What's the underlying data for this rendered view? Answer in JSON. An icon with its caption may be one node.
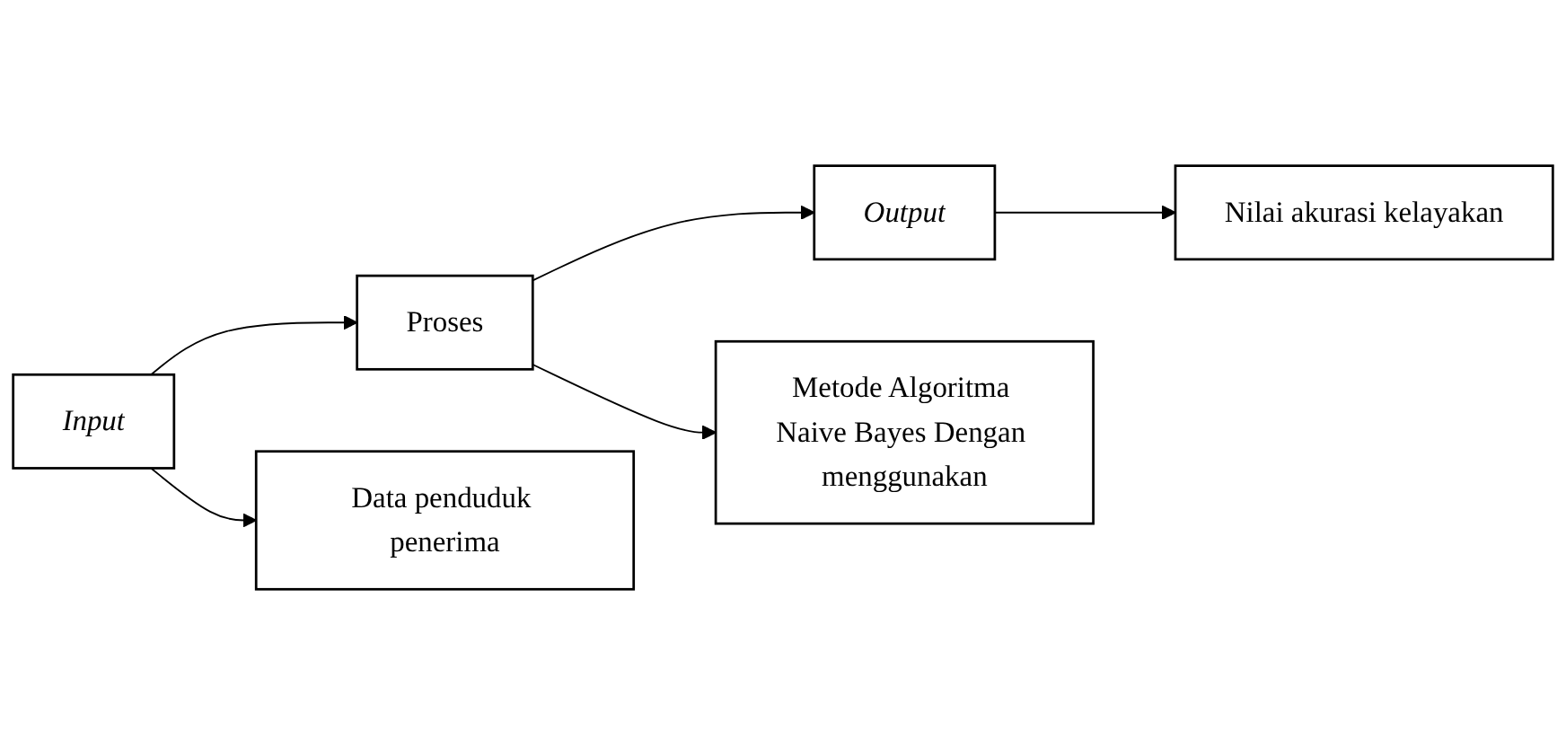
{
  "diagram": {
    "nodes": [
      {
        "text": [
          "Input"
        ]
      },
      {
        "text": [
          "Proses"
        ]
      },
      {
        "text": [
          "Output"
        ]
      },
      {
        "text": [
          "Data penduduk penerima"
        ]
      },
      {
        "text": [
          "Metode Algoritma Naive Bayes Dengan menggunakan"
        ]
      },
      {
        "text": [
          "Nilai akurasi kelayakan"
        ]
      }
    ],
    "edges": [
      {
        "from": 0,
        "to": 1,
        "arrow": "to"
      },
      {
        "from": 1,
        "to": 2,
        "arrow": "to"
      },
      {
        "from": 0,
        "to": 3,
        "arrow": "to"
      },
      {
        "from": 1,
        "to": 4,
        "arrow": "to"
      },
      {
        "from": 2,
        "to": 5,
        "arrow": "to"
      }
    ]
  }
}
